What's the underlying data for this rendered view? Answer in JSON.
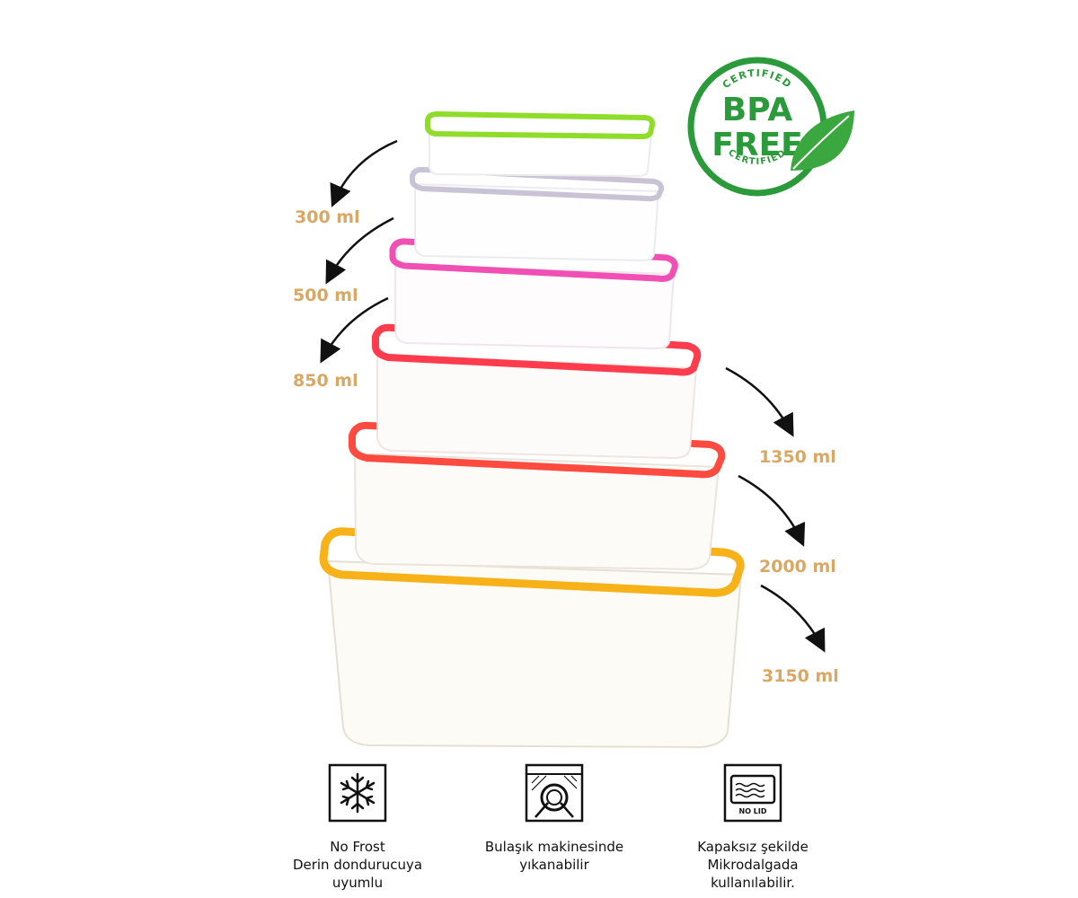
{
  "colors": {
    "label": "#d9a864",
    "badge_green": "#2a9a3a",
    "leaf_green": "#3aa83f",
    "lids": [
      "#8fdc2a",
      "#c9c3d6",
      "#f04fb4",
      "#ff3c4e",
      "#ff4a3f",
      "#f7b21a"
    ]
  },
  "badge": {
    "top_text": "CERTIFIED",
    "line1": "BPA",
    "line2": "FREE",
    "bottom_text": "CERTIFIED"
  },
  "capacities": [
    {
      "label": "300 ml"
    },
    {
      "label": "500 ml"
    },
    {
      "label": "850 ml"
    },
    {
      "label": "1350 ml"
    },
    {
      "label": "2000 ml"
    },
    {
      "label": "3150 ml"
    }
  ],
  "features": [
    {
      "icon": "snowflake-icon",
      "lines": [
        "No Frost",
        "Derin dondurucuya",
        "uyumlu"
      ]
    },
    {
      "icon": "dishwasher-icon",
      "lines": [
        "Bulaşık makinesinde",
        "yıkanabilir"
      ]
    },
    {
      "icon": "microwave-icon",
      "icon_text": "NO LID",
      "lines": [
        "Kapaksız şekilde",
        "Mikrodalgada",
        "kullanılabilir."
      ]
    }
  ]
}
